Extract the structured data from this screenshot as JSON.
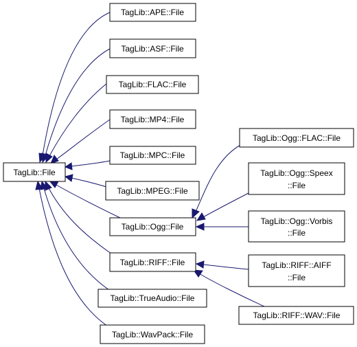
{
  "diagram": {
    "nodes": {
      "file": "TagLib::File",
      "ape": "TagLib::APE::File",
      "asf": "TagLib::ASF::File",
      "flac": "TagLib::FLAC::File",
      "mp4": "TagLib::MP4::File",
      "mpc": "TagLib::MPC::File",
      "mpeg": "TagLib::MPEG::File",
      "ogg": "TagLib::Ogg::File",
      "riff": "TagLib::RIFF::File",
      "trueaudio": "TagLib::TrueAudio::File",
      "wavpack": "TagLib::WavPack::File",
      "ogg_flac": "TagLib::Ogg::FLAC::File",
      "ogg_speex_1": "TagLib::Ogg::Speex",
      "ogg_speex_2": "::File",
      "ogg_vorbis_1": "TagLib::Ogg::Vorbis",
      "ogg_vorbis_2": "::File",
      "riff_aiff_1": "TagLib::RIFF::AIFF",
      "riff_aiff_2": "::File",
      "riff_wav": "TagLib::RIFF::WAV::File"
    },
    "colors": {
      "edge": "#191970",
      "node_border": "#000000",
      "background": "#ffffff"
    }
  }
}
